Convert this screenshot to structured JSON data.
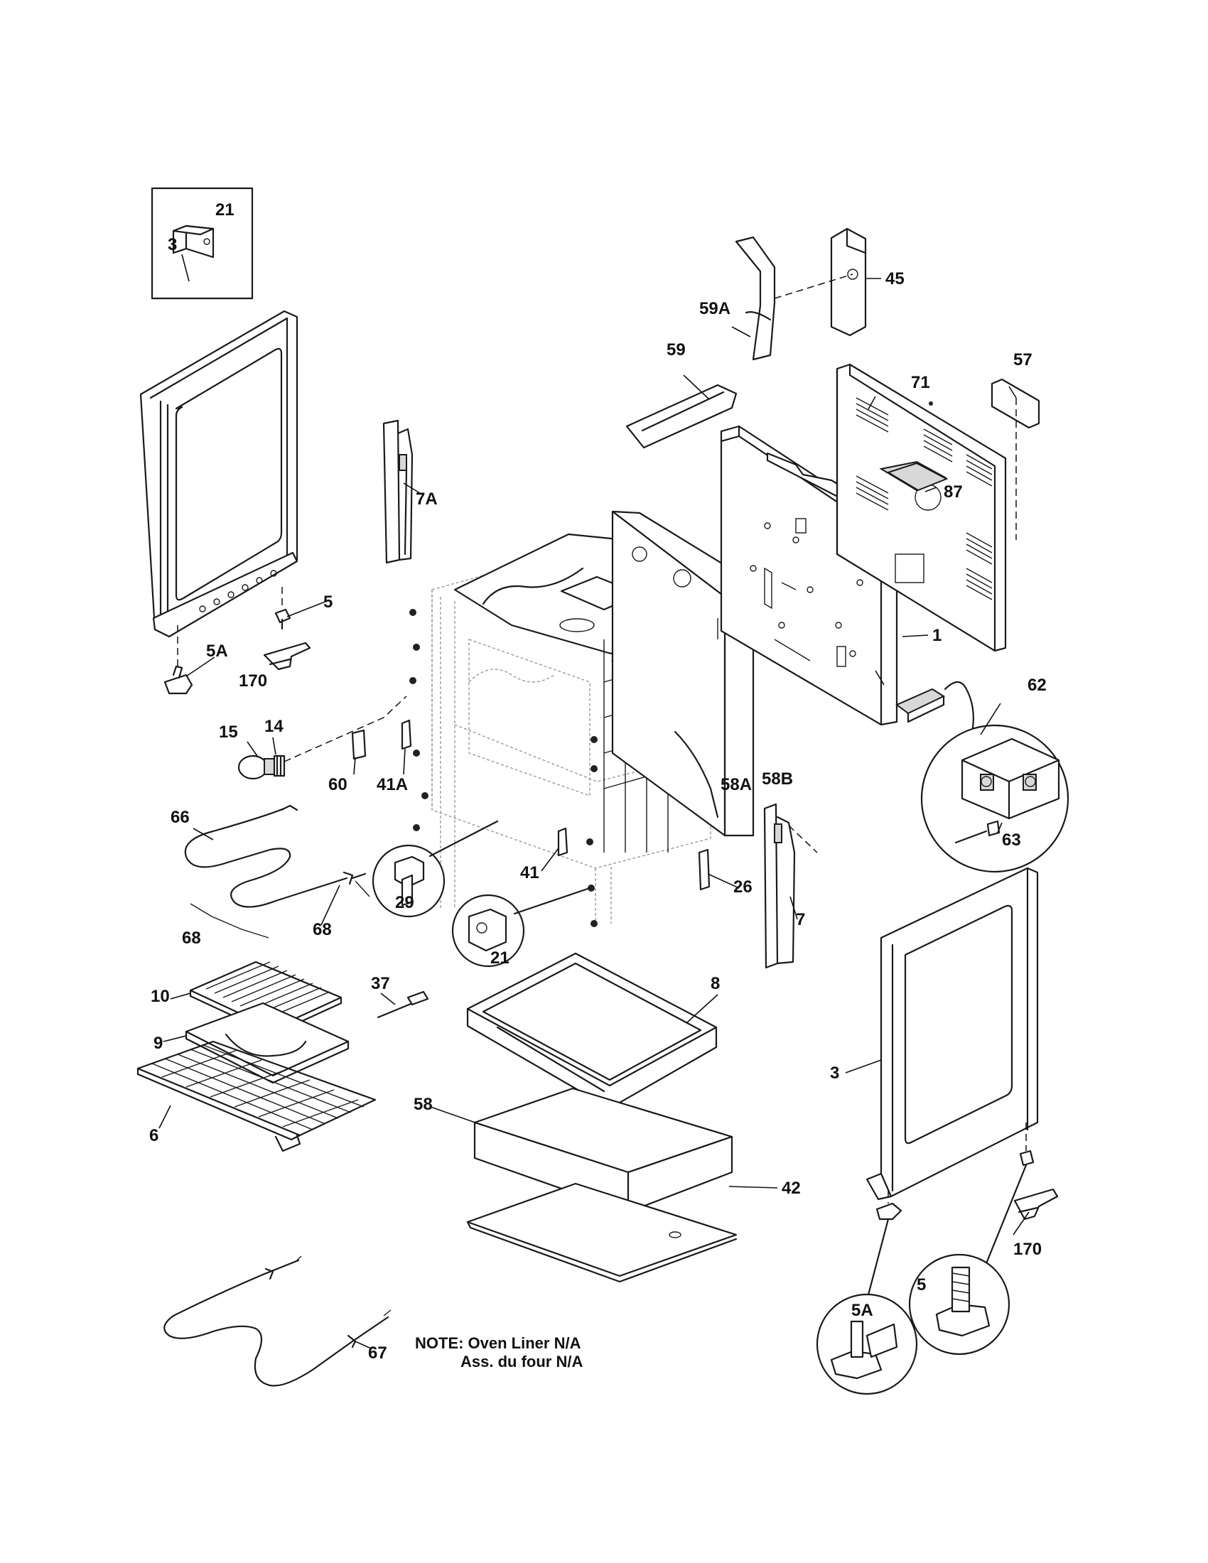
{
  "labels": {
    "p1": "1",
    "p3_left": "3",
    "p3_right": "3",
    "p5_left": "5",
    "p5_right": "5",
    "p5A_left": "5A",
    "p5A_right": "5A",
    "p6": "6",
    "p7": "7",
    "p7A": "7A",
    "p8": "8",
    "p9": "9",
    "p10": "10",
    "p14": "14",
    "p15": "15",
    "p21_box": "21",
    "p21_circle": "21",
    "p26": "26",
    "p29": "29",
    "p37": "37",
    "p41": "41",
    "p41A": "41A",
    "p42": "42",
    "p45": "45",
    "p57": "57",
    "p58": "58",
    "p58A": "58A",
    "p58B": "58B",
    "p59": "59",
    "p59A": "59A",
    "p60": "60",
    "p62": "62",
    "p63": "63",
    "p66": "66",
    "p67": "67",
    "p68_left": "68",
    "p68_right": "68",
    "p71": "71",
    "p87": "87",
    "p170_left": "170",
    "p170_right": "170"
  },
  "note": {
    "line1": "NOTE: Oven Liner N/A",
    "line2": "Ass. du four N/A"
  }
}
